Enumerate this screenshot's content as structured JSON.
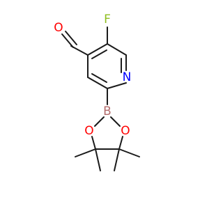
{
  "colors": {
    "bond": "#1a1a1a",
    "O": "#ff0000",
    "N": "#0000ff",
    "F": "#8fbf1f",
    "B": "#b36b6b"
  },
  "atoms": [
    {
      "id": "F1",
      "element": "F",
      "label": "F"
    },
    {
      "id": "O_ald",
      "element": "O",
      "label": "O"
    },
    {
      "id": "N1",
      "element": "N",
      "label": "N"
    },
    {
      "id": "B1",
      "element": "B",
      "label": "B"
    },
    {
      "id": "O_a",
      "element": "O",
      "label": "O"
    },
    {
      "id": "O_b",
      "element": "O",
      "label": "O"
    }
  ]
}
